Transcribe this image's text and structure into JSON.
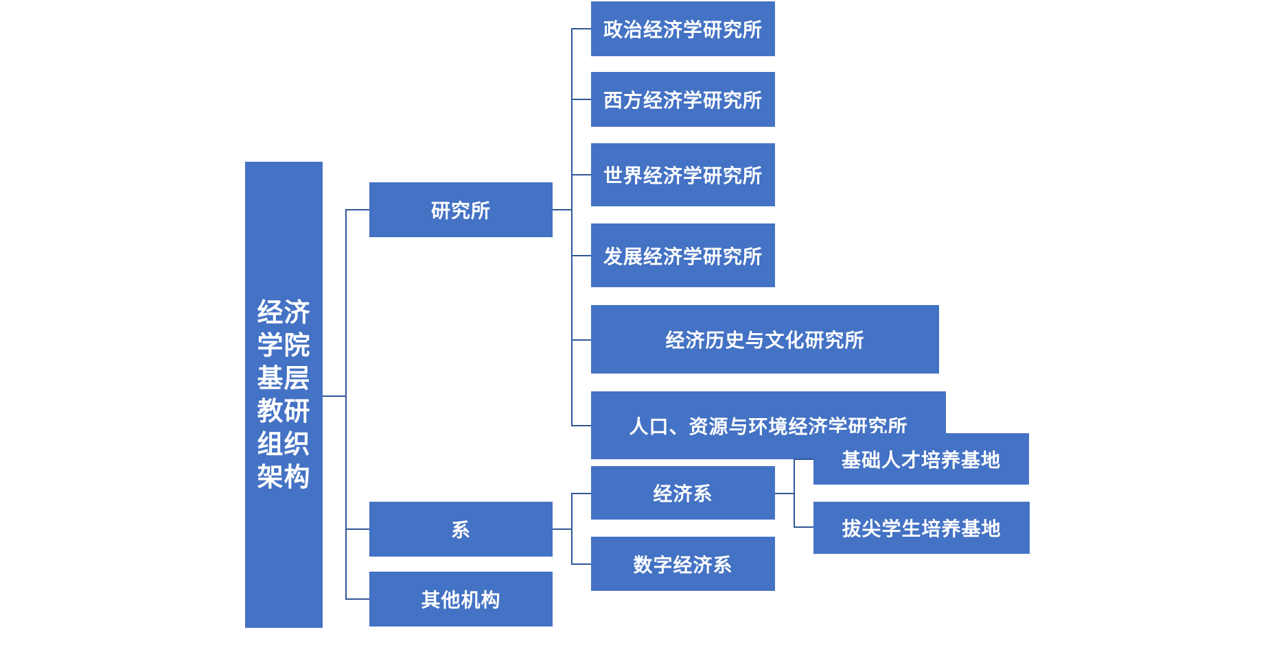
{
  "diagram": {
    "root": {
      "label_lines": [
        "经济",
        "学院",
        "基层",
        "教研",
        "组织",
        "架构"
      ]
    },
    "level1": [
      {
        "label": "研究所"
      },
      {
        "label": "系"
      },
      {
        "label": "其他机构"
      }
    ],
    "institutes": [
      {
        "label": "政治经济学研究所"
      },
      {
        "label": "西方经济学研究所"
      },
      {
        "label": "世界经济学研究所"
      },
      {
        "label": "发展经济学研究所"
      },
      {
        "label": "经济历史与文化研究所"
      },
      {
        "label": "人口、资源与环境经济学研究所"
      }
    ],
    "departments": [
      {
        "label": "经济系"
      },
      {
        "label": "数字经济系"
      }
    ],
    "bases": [
      {
        "label": "基础人才培养基地"
      },
      {
        "label": "拔尖学生培养基地"
      }
    ],
    "colors": {
      "box_fill": "#4472C4",
      "connector": "#2F5597",
      "text": "#FFFFFF"
    }
  }
}
